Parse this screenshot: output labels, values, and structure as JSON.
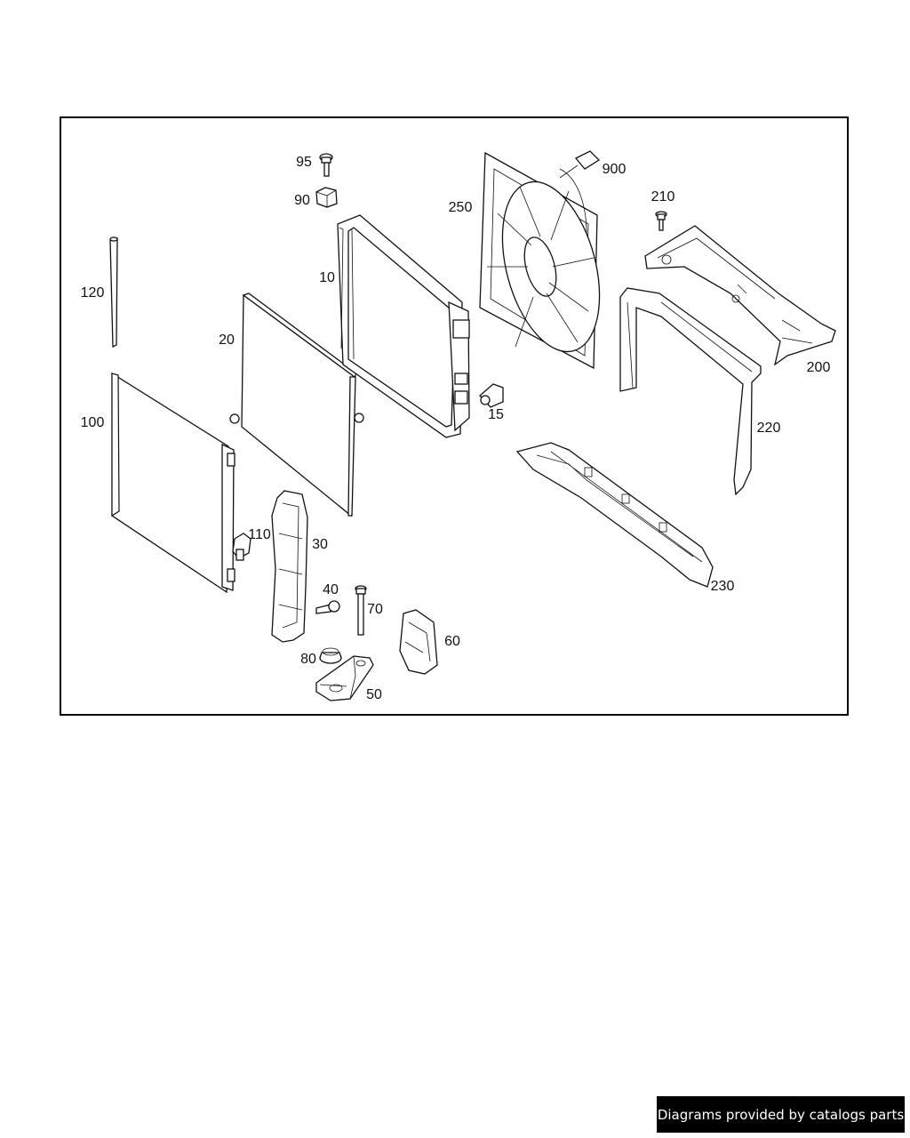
{
  "callouts": [
    "95",
    "90",
    "10",
    "250",
    "900",
    "210",
    "120",
    "20",
    "200",
    "100",
    "15",
    "220",
    "110",
    "30",
    "40",
    "70",
    "230",
    "80",
    "60",
    "50"
  ],
  "footer": {
    "text": "Diagrams provided by catalogs parts"
  }
}
